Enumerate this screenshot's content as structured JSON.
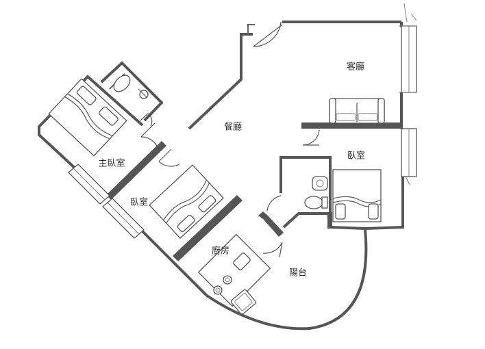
{
  "rooms": {
    "living_room": "客廳",
    "dining_room": "餐廳",
    "master_bedroom": "主臥室",
    "bedroom_left": "臥室",
    "bedroom_right": "臥室",
    "kitchen": "廚房",
    "balcony": "陽台"
  },
  "colors": {
    "wall": "#555555",
    "background": "#ffffff",
    "label": "#333333"
  }
}
